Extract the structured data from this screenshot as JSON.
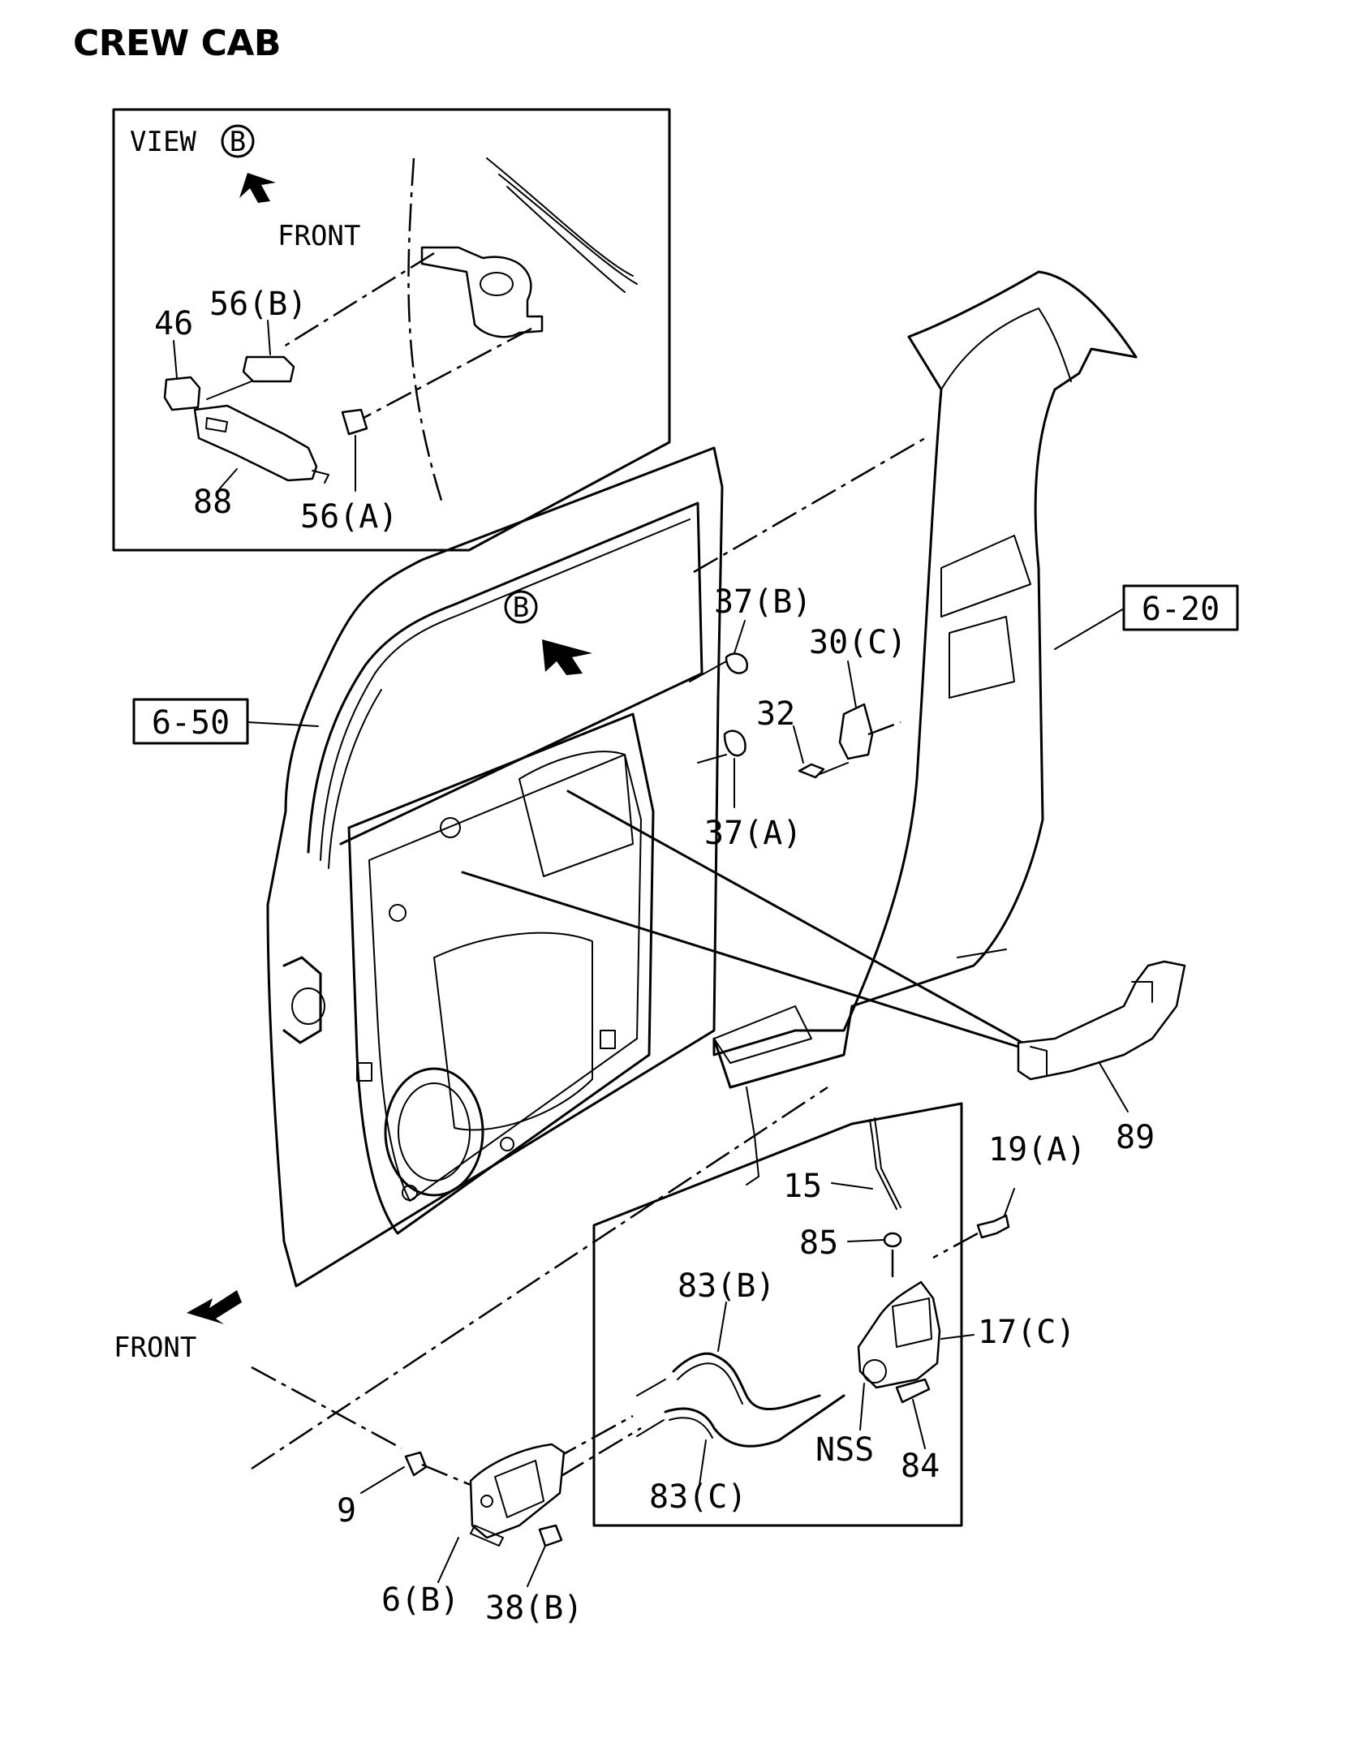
{
  "title": "CREW CAB",
  "inset_view": {
    "label": "VIEW",
    "marker": "B",
    "front_label": "FRONT"
  },
  "main_view": {
    "marker": "B",
    "front_label": "FRONT"
  },
  "refs": {
    "door": "6-50",
    "body": "6-20"
  },
  "callouts": {
    "c56b": "56(B)",
    "c46": "46",
    "c88": "88",
    "c56a": "56(A)",
    "c37b": "37(B)",
    "c30c": "30(C)",
    "c32": "32",
    "c37a": "37(A)",
    "c89": "89",
    "c19a": "19(A)",
    "c15": "15",
    "c85": "85",
    "c83b": "83(B)",
    "c17c": "17(C)",
    "cnss": "NSS",
    "c84": "84",
    "c83c": "83(C)",
    "c9": "9",
    "c6b": "6(B)",
    "c38b": "38(B)"
  }
}
